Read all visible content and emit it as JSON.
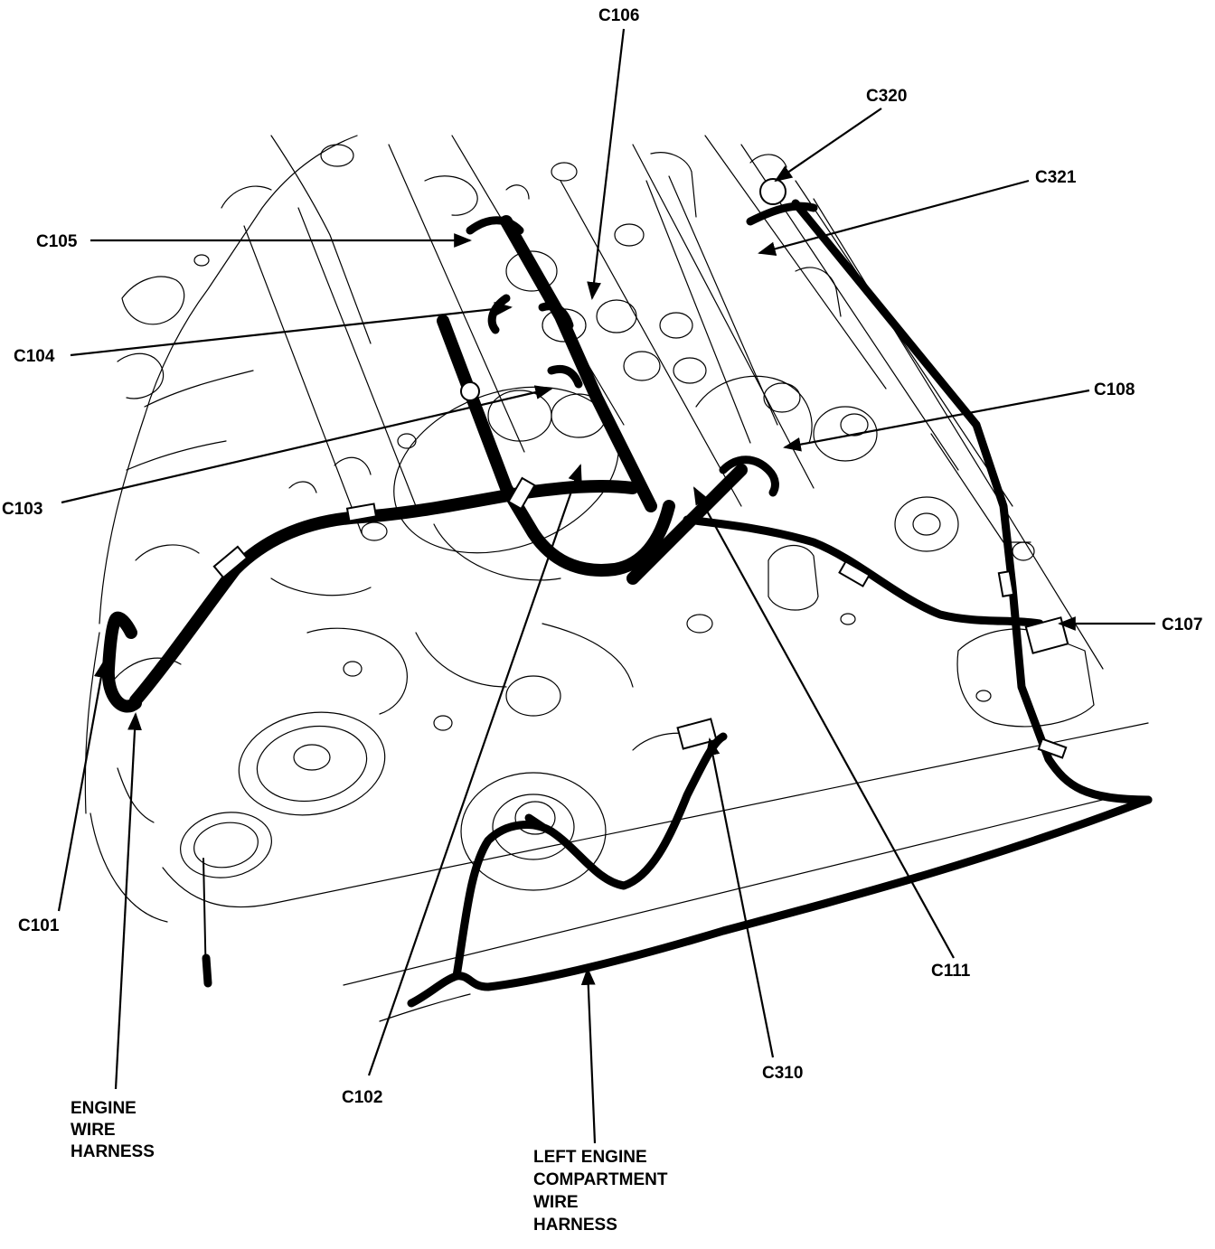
{
  "diagram": {
    "engine_wire_harness_label": [
      "ENGINE",
      "WIRE",
      "HARNESS"
    ],
    "left_compartment_harness_label": [
      "LEFT ENGINE",
      "COMPARTMENT",
      "WIRE",
      "HARNESS"
    ],
    "connectors": {
      "c101": "C101",
      "c102": "C102",
      "c103": "C103",
      "c104": "C104",
      "c105": "C105",
      "c106": "C106",
      "c107": "C107",
      "c108": "C108",
      "c111": "C111",
      "c310": "C310",
      "c320": "C320",
      "c321": "C321"
    }
  }
}
